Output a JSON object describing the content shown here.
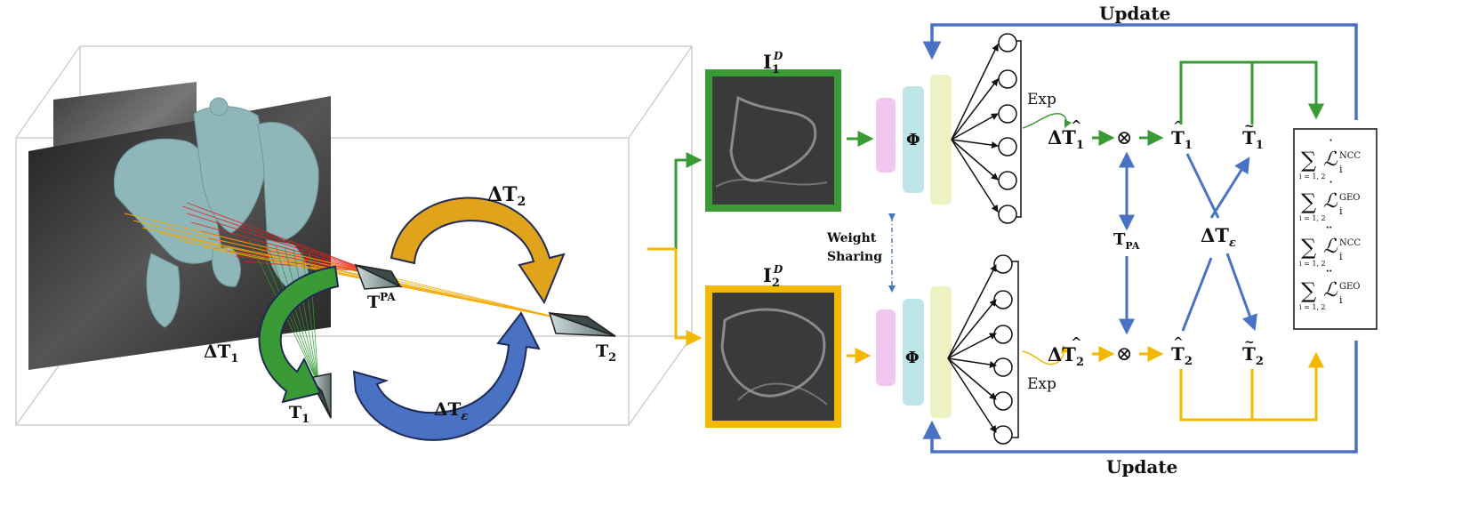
{
  "labels": {
    "update_top": "Update",
    "update_bottom": "Update",
    "weight_sharing_1": "Weight",
    "weight_sharing_2": "Sharing",
    "exp_top": "Exp",
    "exp_bottom": "Exp",
    "phi": "Φ",
    "otimes": "⊗",
    "I": "I",
    "I1_sub": "1",
    "I2_sub": "2",
    "I_sup": "D",
    "delta": "Δ",
    "T": "T",
    "sub1": "1",
    "sub2": "2",
    "sub_eps": "ε",
    "sup_PA": "PA",
    "sub_PA": "PA",
    "sum": "∑",
    "sum_sub": "i = 1, 2",
    "L": "ℒ",
    "loss_i": "i",
    "ncc": "NCC",
    "geo": "GEO",
    "dot": "˙",
    "ddot": "¨",
    "hat": "^",
    "tilde": "~"
  },
  "colors": {
    "green": "#3a9a36",
    "yellow": "#f5b800",
    "blue": "#4a72c4",
    "pink": "#f2c6f2",
    "cyan": "#bde6e8",
    "lightyellow": "#eef2c2",
    "bone": "#8fb6b8",
    "xray": "#3a3a3a"
  },
  "icons": [
    "pelvis-3d-model",
    "xray-image",
    "camera-cone-icon",
    "network-node-icon"
  ]
}
